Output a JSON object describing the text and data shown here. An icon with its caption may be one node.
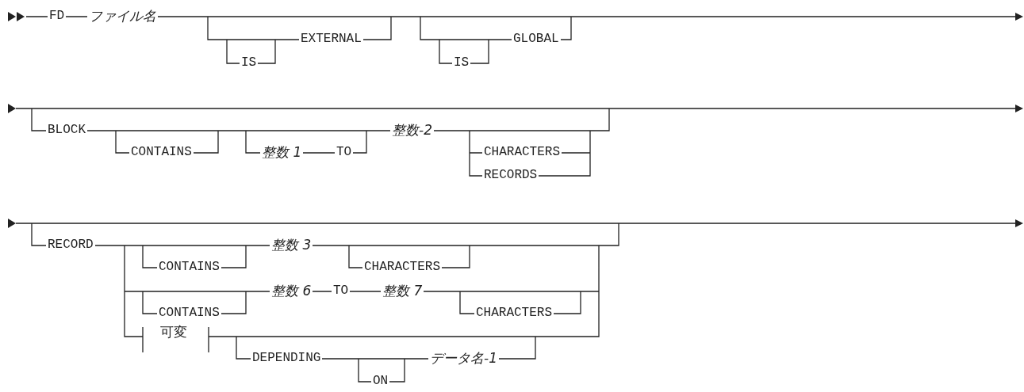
{
  "diagram": {
    "labels": [
      "FD",
      "ファイル名",
      "IS",
      "EXTERNAL",
      "IS",
      "GLOBAL",
      "BLOCK",
      "CONTAINS",
      "整数 1",
      "TO",
      "整数-2",
      "CHARACTERS",
      "RECORDS",
      "RECORD",
      "CONTAINS",
      "整数 3",
      "CHARACTERS",
      "CONTAINS",
      "整数 6",
      "TO",
      "整数 7",
      "CHARACTERS",
      "可変",
      "DEPENDING",
      "ON",
      "データ名-1"
    ]
  }
}
